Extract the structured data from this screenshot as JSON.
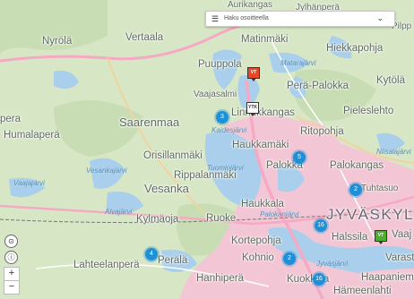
{
  "search": {
    "placeholder": "Haku osoitteella"
  },
  "places": {
    "aurikangas": "Aurikangas",
    "jylhanpera": "Jylhänperä",
    "nyrola": "Nyrölä",
    "vertaala": "Vertaala",
    "matinmaki": "Matinmäki",
    "hiekkapohja": "Hiekkapohja",
    "pilpp": "Pilpp",
    "puuppola": "Puuppola",
    "kytola": "Kytölä",
    "pera_palokka": "Perä-Palokka",
    "vaajasalmi": "Vaajasalmi",
    "pera": "pera",
    "saarenmaa": "Saarenmaa",
    "linnukkangas": "Linnukkangas",
    "pieleslehto": "Pieleslehto",
    "humalapera": "Humalaperä",
    "ritopohja": "Ritopohja",
    "haukkamaki": "Haukkamäki",
    "orisillanmaki": "Orisillanmäki",
    "palokka": "Palokka",
    "palokangas": "Palokangas",
    "rippalanmaki": "Rippalanmäki",
    "vesanka": "Vesanka",
    "tuhtasuo": "Tuhtasuo",
    "haukkala": "Haukkala",
    "jyvaskyla": "JYVÄSKYL",
    "kylmaoja": "Kylmäoja",
    "ruoke": "Ruoke",
    "halssila": "Halssila",
    "vaajakoski_short": "Vaaj",
    "kortepohja": "Kortepohja",
    "kohnio": "Kohnio",
    "varaste": "Varast",
    "lahteelanpera": "Lahteelanperä",
    "perala": "Perälä",
    "hanhipera": "Hanhiperä",
    "kuokkala": "Kuokkala",
    "haapaniemi": "Haapanieme",
    "hameenlahti": "Hämeenlahti"
  },
  "lakes": {
    "vesankajarvi": "Vesankajärvi",
    "tuomiojarvi": "Tuomiojärvi",
    "kaidesjarvi": "Kaidesjärvi",
    "jyvasjarvi": "Jyväsjärvi",
    "alvajarvi": "Alvajärvi",
    "nisaajarvi": "Niisalajärvi",
    "mataajarvi": "Matarajärvi",
    "tuomiojarvi2": "Palokanjärvi",
    "vaajajarvi": "Vaajajärvi"
  },
  "clusters": [
    "3",
    "5",
    "2",
    "16",
    "4",
    "2",
    "16"
  ],
  "markers": {
    "red": "VT",
    "white": "YTK",
    "green": "VT"
  },
  "controls": {
    "locate": "⊙",
    "info": "ⓘ",
    "zoom_in": "+",
    "zoom_out": "−"
  },
  "colors": {
    "land": "#d7e6c5",
    "water": "#9cc9e8",
    "urban": "#f3b8cf",
    "road_major": "#f6a9c2",
    "cluster": "#1e90d8"
  }
}
